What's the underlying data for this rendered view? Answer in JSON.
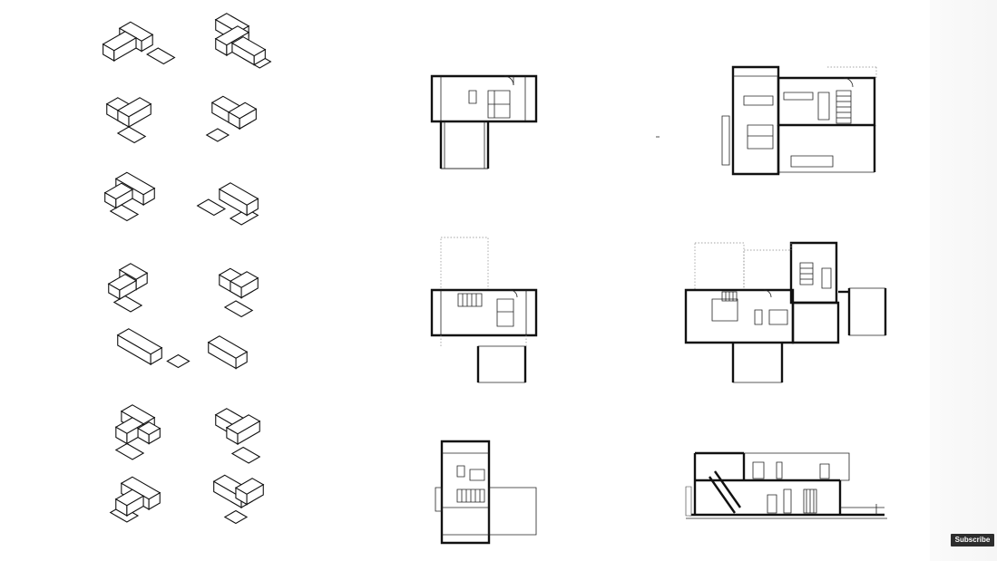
{
  "overlay": {
    "subscribe_label": "Subscribe"
  },
  "massing_groups": [
    {
      "name": "group-1",
      "count": 6
    },
    {
      "name": "group-2",
      "count": 4
    },
    {
      "name": "group-3",
      "count": 4
    }
  ],
  "plans": [
    {
      "name": "plan-small-a"
    },
    {
      "name": "plan-large-a"
    },
    {
      "name": "plan-small-b"
    },
    {
      "name": "plan-large-b"
    },
    {
      "name": "plan-narrow-c"
    },
    {
      "name": "section-c"
    }
  ],
  "colors": {
    "ink": "#111111",
    "paper": "#ffffff"
  }
}
